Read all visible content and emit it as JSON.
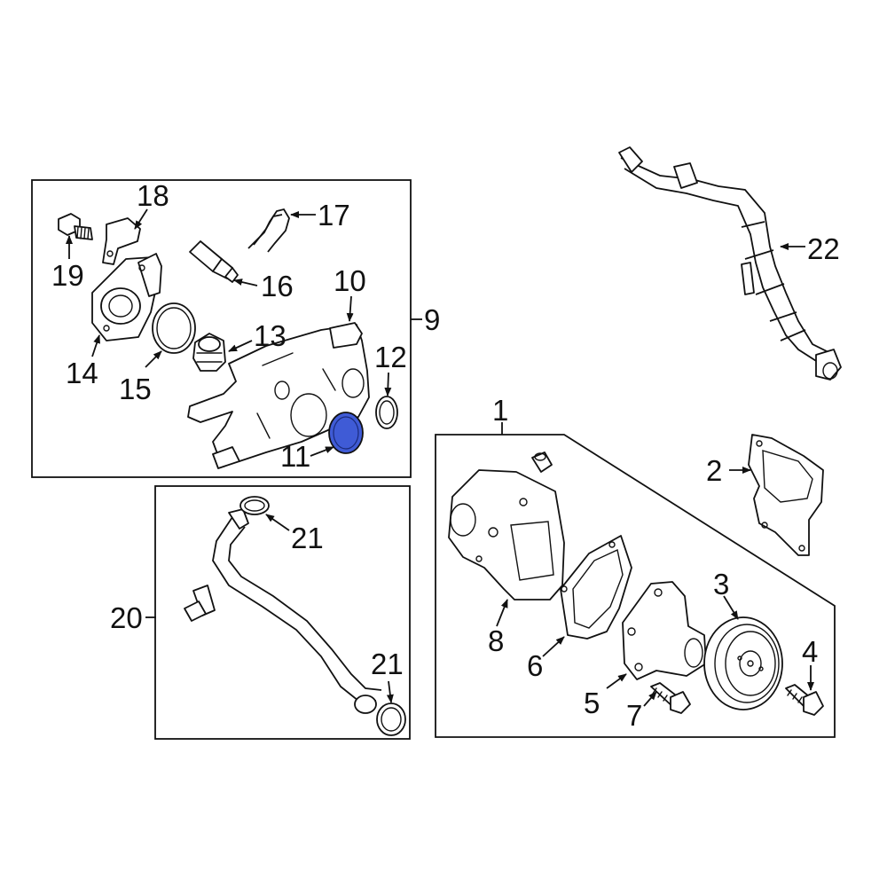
{
  "labels": {
    "l1": "1",
    "l2": "2",
    "l3": "3",
    "l4": "4",
    "l5": "5",
    "l6": "6",
    "l7": "7",
    "l8": "8",
    "l9": "9",
    "l10": "10",
    "l11": "11",
    "l12": "12",
    "l13": "13",
    "l14": "14",
    "l15": "15",
    "l16": "16",
    "l17": "17",
    "l18": "18",
    "l19": "19",
    "l20": "20",
    "l21a": "21",
    "l21b": "21",
    "l22": "22"
  },
  "highlight": {
    "part": "11",
    "color": "#3f5bd6"
  },
  "colors": {
    "line": "#111111",
    "background": "#ffffff"
  }
}
